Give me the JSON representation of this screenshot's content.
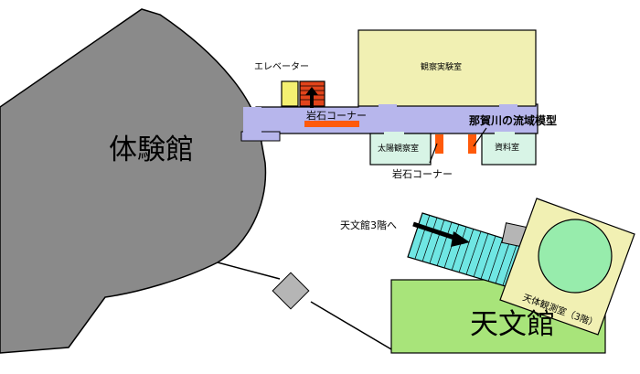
{
  "labels": {
    "taikenkan": "体験館",
    "tenmonkan": "天文館",
    "elevator": "エレベーター",
    "observation_lab": "観察実験室",
    "rock_corner_top": "岩石コーナー",
    "rock_corner_bottom": "岩石コーナー",
    "river_model": "那賀川の流域模型",
    "sun_observation": "太陽観察室",
    "materials_room": "資料室",
    "to_tenmonkan_3f": "天文館3階へ",
    "observatory_3f": "天体観測室（3階）"
  },
  "colors": {
    "building_gray": "#8a8a8a",
    "corridor": "#b7b6ec",
    "room_yellow": "#f1f0b3",
    "room_mint": "#d8f4e6",
    "rock_orange": "#ff5a0a",
    "stairs_cyan": "#6fe6e3",
    "tenmonkan_green": "#a8e47a",
    "dome_green": "#97ecac",
    "elevator_yellow": "#f4f071",
    "stair_red": "#e2441b",
    "small_gray": "#b5b5b5"
  },
  "icons": [
    "up-arrow-icon",
    "pointer-arrow-icon"
  ]
}
